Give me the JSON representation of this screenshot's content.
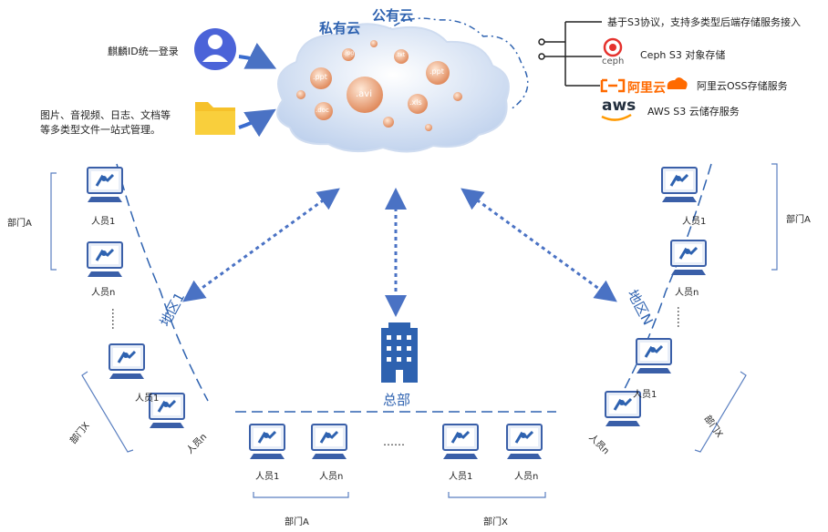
{
  "login": {
    "text": "麒麟ID统一登录",
    "icon": "user-avatar-icon"
  },
  "files": {
    "line1": "图片、音视频、日志、文档等",
    "line2": "等多类型文件一站式管理。",
    "icon": "folder-icon"
  },
  "cloud": {
    "private": "私有云",
    "public": "公有云",
    "file_types": [
      ".avi",
      ".ppt",
      ".ppt",
      ".xls",
      ".doc",
      ".txt",
      ".jpg"
    ]
  },
  "storage": {
    "header": "基于S3协议，支持多类型后端存储服务接入",
    "ceph_logo": "ceph",
    "ceph": "Ceph S3 对象存储",
    "aliyun_logo": "阿里云",
    "aliyun": "阿里云OSS存储服务",
    "aws_logo": "aws",
    "aws": "AWS S3 云储存服务"
  },
  "hq": {
    "label": "总部"
  },
  "region1": {
    "label": "地区1"
  },
  "regionN": {
    "label": "地区N"
  },
  "dept_a": "部门A",
  "dept_x": "部门X",
  "person_1": "人员1",
  "person_n": "人员n",
  "ellipsis": "……",
  "colors": {
    "blue": "#2e62b0",
    "arrow": "#4a72c4",
    "light_blue": "#aac2e6",
    "orange": "#ff6a00"
  }
}
